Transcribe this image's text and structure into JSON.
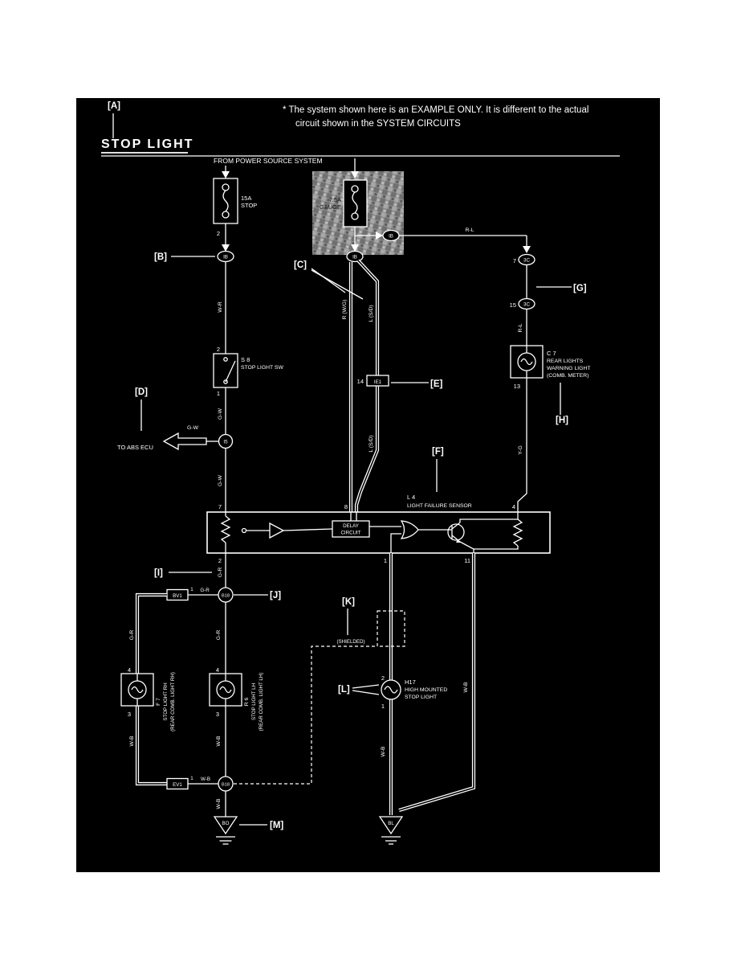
{
  "colors": {
    "background": "#000000",
    "foreground": "#ffffff",
    "page": "#ffffff",
    "patch": "#8e8e8e"
  },
  "header": {
    "ref_a": "[A]",
    "note1": "* The system shown here is an EXAMPLE ONLY. It is different to the actual",
    "note2": "circuit shown in the SYSTEM CIRCUITS",
    "title": "STOP LIGHT"
  },
  "power": {
    "label": "FROM POWER SOURCE SYSTEM"
  },
  "fuse_stop": {
    "rating": "15A",
    "name": "STOP",
    "pin": "2"
  },
  "fuse_gauge": {
    "rating": "7.5A",
    "name": "GAUGE"
  },
  "refs": {
    "b": "[B]",
    "c": "[C]",
    "d": "[D]",
    "e": "[E]",
    "f": "[F]",
    "g": "[G]",
    "h": "[H]",
    "i": "[I]",
    "j": "[J]",
    "k": "[K]",
    "l": "[L]",
    "m": "[M]"
  },
  "connectors": {
    "ib_left": "IB",
    "ib_mid": "IB",
    "ib_right": "IB",
    "c3_top": {
      "pin": "7",
      "label": "3C"
    },
    "c3_bot": {
      "pin": "15",
      "label": "3C"
    },
    "i5": "I5",
    "ie1": {
      "pin": "14",
      "label": "IE1"
    },
    "b18_upper": "B18",
    "b18_lower": "B18",
    "bv1": {
      "pin": "1",
      "label": "BV1"
    },
    "ev1": {
      "pin": "1",
      "label": "EV1"
    }
  },
  "wire_labels": {
    "w_r": "W-R",
    "g_w_upper": "G-W",
    "g_w_lower": "G-W",
    "g_w_abs": "G-W",
    "r_l_top": "R-L",
    "r_l_right": "R-L",
    "r_wg": "R (W/G)",
    "l_sd_upper": "L (S/D)",
    "l_sd_lower": "L (S/D)",
    "y_g": "Y-G",
    "g_r_stem": "G-R",
    "g_r_branch": "G-R",
    "g_r_left": "G-R",
    "g_r_mid": "G-R",
    "w_b_left": "W-B",
    "w_b_mid": "W-B",
    "w_b_branch": "W-B",
    "w_b_stem": "W-B",
    "w_b_high": "W-B",
    "w_b_right": "W-B",
    "shielded": "(SHIELDED)"
  },
  "switch_s8": {
    "pin_top": "2",
    "code": "S 8",
    "name": "STOP LIGHT SW",
    "pin_bottom": "1"
  },
  "abs": {
    "label": "TO ABS ECU"
  },
  "sensor": {
    "code": "L 4",
    "name": "LIGHT FAILURE SENSOR",
    "delay1": "DELAY",
    "delay2": "CIRCUIT",
    "pin_7": "7",
    "pin_8": "8",
    "pin_4": "4",
    "pin_2": "2",
    "pin_1": "1",
    "pin_11": "11"
  },
  "warn_light": {
    "code": "C 7",
    "name1": "REAR LIGHTS",
    "name2": "WARNING LIGHT",
    "name3": "(COMB. METER)",
    "pin": "13"
  },
  "lamp_rh": {
    "pin_top": "4",
    "pin_bottom": "3",
    "code": "F 7",
    "name": "STOP LIGHT RH",
    "sub": "(REAR COMB. LIGHT RH)"
  },
  "lamp_lh": {
    "pin_top": "4",
    "pin_bottom": "3",
    "code": "R 6",
    "name": "STOP LIGHT LH",
    "sub": "(REAR COMB. LIGHT LH)"
  },
  "high_mount": {
    "pin_top": "2",
    "pin_bottom": "1",
    "code": "H17",
    "name1": "HIGH MOUNTED",
    "name2": "STOP LIGHT"
  },
  "grounds": {
    "left": "BO",
    "right": "BL"
  }
}
